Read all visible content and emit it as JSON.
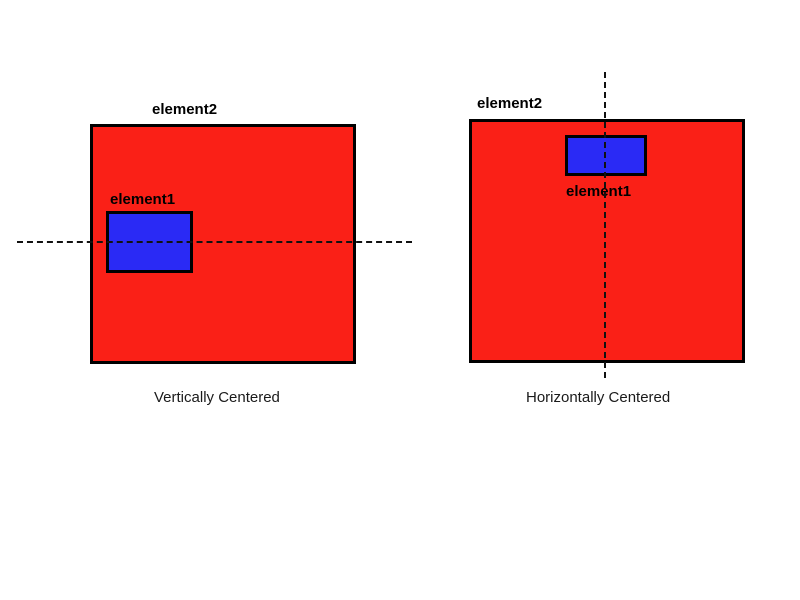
{
  "figure": {
    "background_color": "#FFFFFF",
    "outer_box_color": "#FA2017",
    "inner_box_color": "#2A2AF5",
    "border_color": "#000000",
    "guide_line_color": "#111111"
  },
  "panels": [
    {
      "id": "vertically-centered",
      "caption": "Vertically Centered",
      "outer_label": "element2",
      "inner_label": "element1",
      "guide_orientation": "horizontal"
    },
    {
      "id": "horizontally-centered",
      "caption": "Horizontally Centered",
      "outer_label": "element2",
      "inner_label": "element1",
      "guide_orientation": "vertical"
    }
  ]
}
